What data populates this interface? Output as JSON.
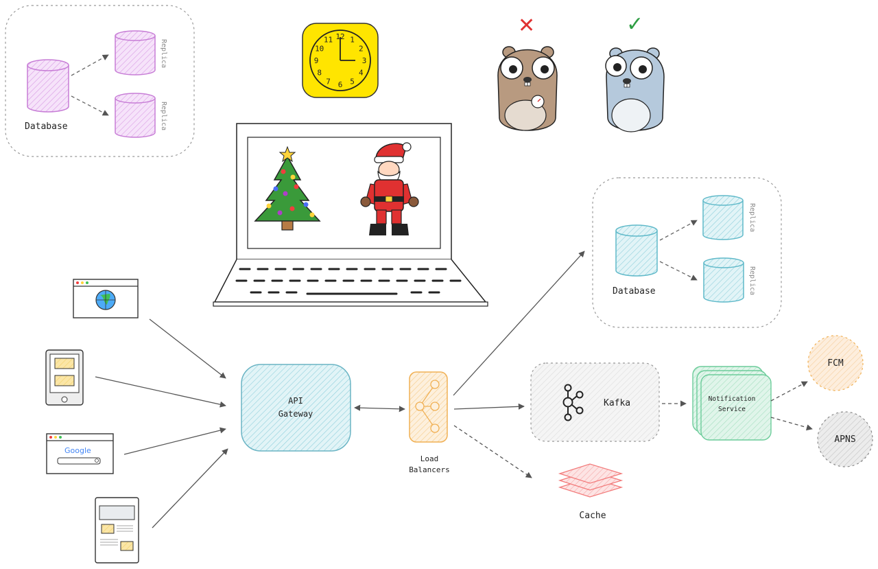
{
  "labels": {
    "database_top": "Database",
    "replica_top_1": "Replica",
    "replica_top_2": "Replica",
    "database_right": "Database",
    "replica_right_1": "Replica",
    "replica_right_2": "Replica",
    "api_gateway_line1": "API",
    "api_gateway_line2": "Gateway",
    "load_balancers_line1": "Load",
    "load_balancers_line2": "Balancers",
    "kafka": "Kafka",
    "notification_line1": "Notification",
    "notification_line2": "Service",
    "fcm": "FCM",
    "apns": "APNS",
    "cache": "Cache",
    "google": "Google"
  },
  "clock": {
    "numbers": [
      "12",
      "1",
      "2",
      "3",
      "4",
      "5",
      "6",
      "7",
      "8",
      "9",
      "10",
      "11"
    ]
  },
  "marks": {
    "wrong": "✕",
    "right": "✓"
  },
  "colors": {
    "db_top": "#c77dd6",
    "db_right": "#5fb9c9",
    "api_gateway": "#6ab4c4",
    "load_balancer": "#f0b054",
    "notification": "#6ccc9a",
    "fcm": "#f5c08a",
    "cache": "#f27a7a",
    "clock": "#ffe500"
  }
}
